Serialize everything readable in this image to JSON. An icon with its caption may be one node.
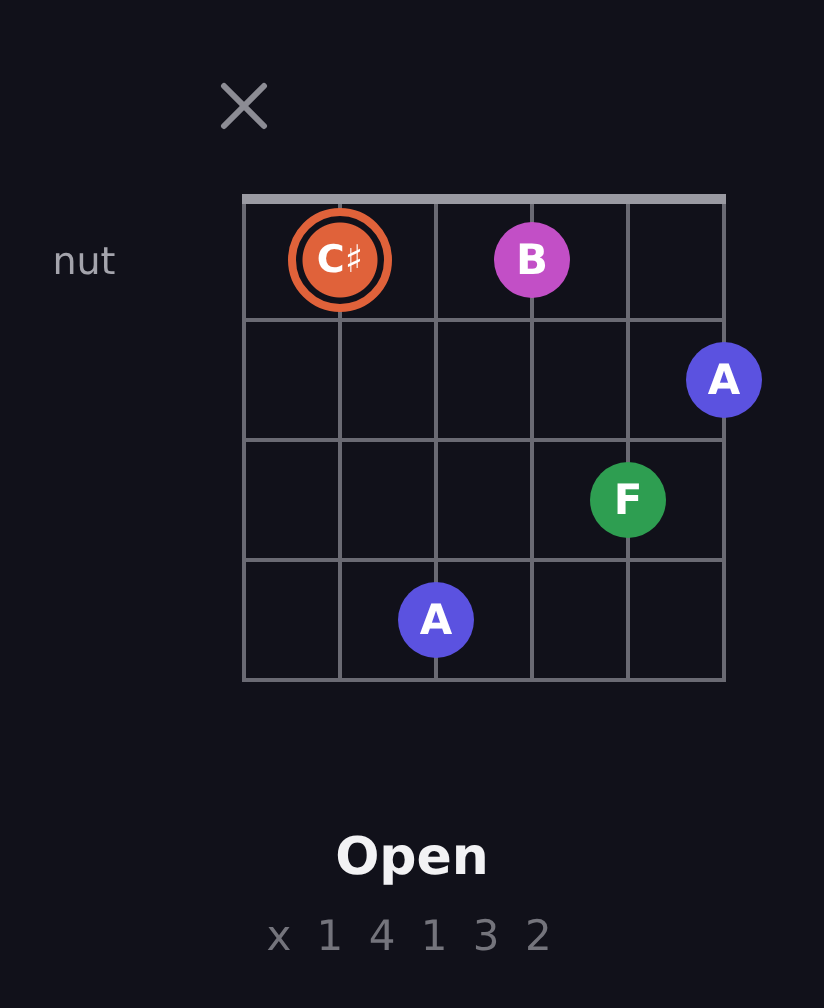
{
  "diagram": {
    "title": "Open",
    "nodes": [
      {
        "text": [
          "C♯"
        ]
      },
      {
        "text": [
          "B"
        ]
      },
      {
        "text": [
          "A"
        ]
      },
      {
        "text": [
          "F"
        ]
      },
      {
        "text": [
          "A"
        ]
      }
    ],
    "edges": [],
    "labels": [
      "nut",
      "x 1 4 1 3 2"
    ]
  }
}
